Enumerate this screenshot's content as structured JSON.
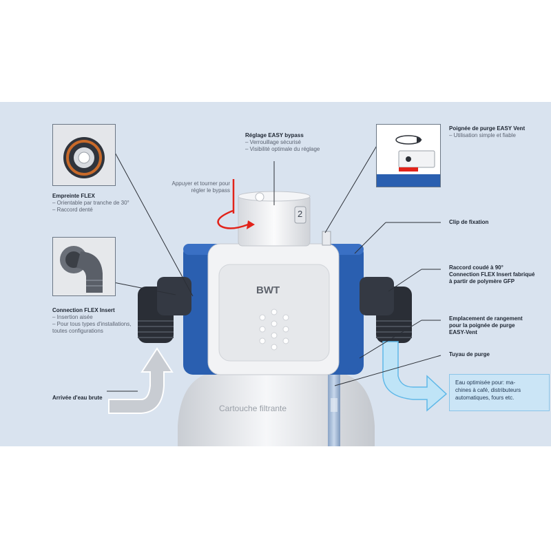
{
  "brand": {
    "logo": "BWT"
  },
  "body_label": "Cartouche filtrante",
  "cap_number": "2",
  "hint": {
    "line1": "Appuyer et tourner pour",
    "line2": "régler le bypass"
  },
  "labels": {
    "bypass": {
      "title": "Réglage EASY bypass",
      "lines": [
        "– Verrouillage sécurisé",
        "– Visibilité optimale du réglage"
      ]
    },
    "vent_handle": {
      "title": "Poignée de purge EASY Vent",
      "lines": [
        "– Utilisation simple et fiable"
      ]
    },
    "flex_print": {
      "title": "Empreinte FLEX",
      "lines": [
        "– Orientable par tranche de 30°",
        "– Raccord denté"
      ]
    },
    "flex_insert": {
      "title": "Connection FLEX Insert",
      "lines": [
        "– Insertion aisée",
        "– Pour tous types d'installations,",
        "toutes configurations"
      ]
    },
    "clip": {
      "title": "Clip de fixation"
    },
    "elbow": {
      "lines": [
        "Raccord coudé à 90°",
        "Connection FLEX Insert fabriqué",
        "à partir de polymère GFP"
      ]
    },
    "storage": {
      "lines": [
        "Emplacement de rangement",
        "pour la poignée de purge",
        "EASY-Vent"
      ]
    },
    "drain": {
      "title": "Tuyau de purge"
    },
    "inlet": {
      "title": "Arrivée d'eau brute"
    }
  },
  "callout": {
    "lines": [
      "Eau optimisée pour: ma-",
      "chines à café, distributeurs",
      "automatiques, fours etc."
    ]
  },
  "colors": {
    "panel_bg": "#d9e3ef",
    "blue_clip": "#2a5fb0",
    "dark_fitting": "#2a2e36",
    "arrow_gray": "#c8ccd2",
    "arrow_blue": "#bfe4f7"
  }
}
